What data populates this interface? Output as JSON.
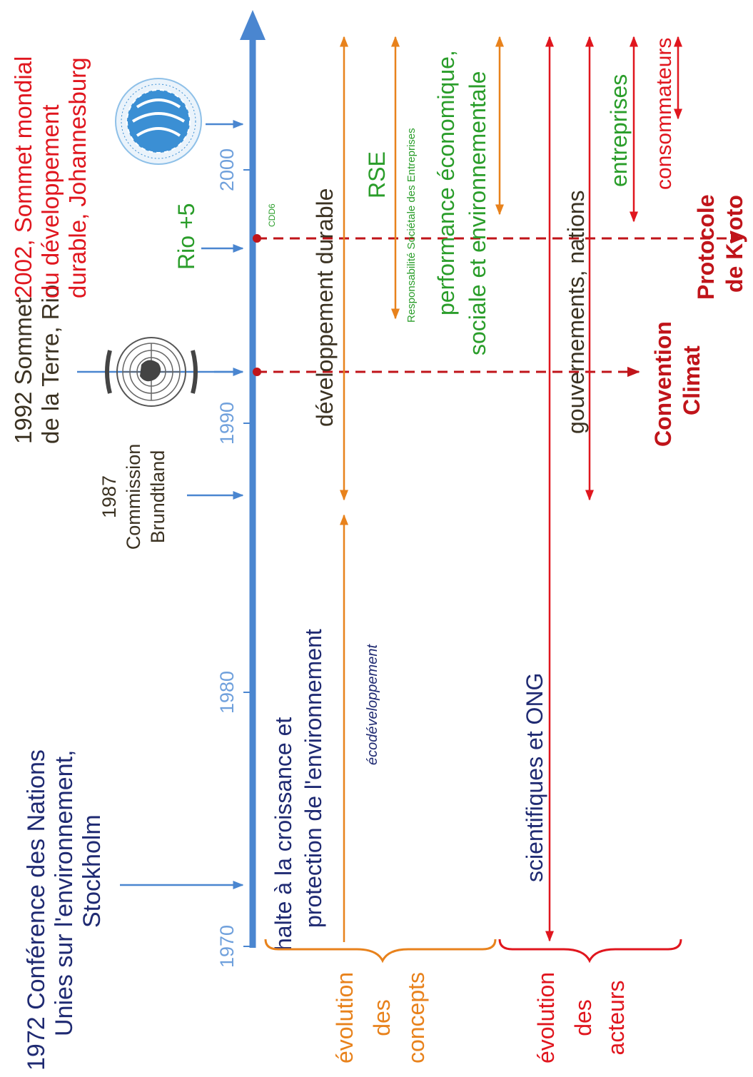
{
  "timeline": {
    "years": [
      "1970",
      "1980",
      "1990",
      "2000"
    ],
    "colors": {
      "axis": "#4a86d0",
      "dark": "#1f2a72",
      "brown": "#3b3222",
      "red": "#e0161e",
      "darkred": "#c0141a",
      "green": "#2a9d2a",
      "orange": "#e8821c"
    }
  },
  "events": {
    "stockholm": [
      "1972 Conférence des Nations",
      "Unies sur l'environnement,",
      "Stockholm"
    ],
    "brundtland": [
      "1987",
      "Commission",
      "Brundtland"
    ],
    "rio": [
      "1992 Sommet",
      "de la Terre, Rio"
    ],
    "rio5": "Rio +5",
    "johannesburg": [
      "2002, Sommet mondial",
      "du développement",
      "durable, Johannesburg"
    ],
    "cdd": "CDD6"
  },
  "concepts": {
    "halte": [
      "halte à la croissance et",
      "protection de l'environnement"
    ],
    "ecodev": "écodéveloppement",
    "devdurable": "développement durable",
    "rse": "RSE",
    "rse_full": "Responsabilité Sociétale des Entreprises",
    "performance": [
      "performance économique,",
      "sociale et environnementale"
    ]
  },
  "actors": {
    "scientifiques": "scientifiques et ONG",
    "gouvernements": "gouvernements, nations",
    "entreprises": "entreprises",
    "consommateurs": "consommateurs"
  },
  "treaties": {
    "convention": [
      "Convention",
      "Climat"
    ],
    "kyoto": [
      "Protocole",
      "de Kyoto"
    ]
  },
  "groups": {
    "concepts": [
      "évolution",
      "des",
      "concepts"
    ],
    "acteurs": [
      "évolution",
      "des",
      "acteurs"
    ]
  }
}
